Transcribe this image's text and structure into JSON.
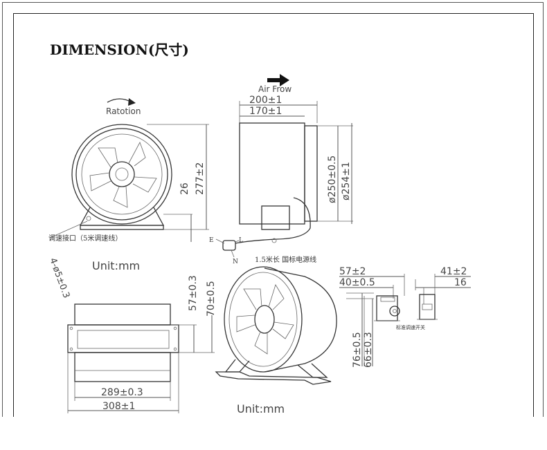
{
  "title": "DIMENSION(尺寸)",
  "front_view": {
    "rotation_label": "Ratotion",
    "dim_26": "26",
    "dim_277": "277±2",
    "speed_port_label": "调速接口（5米调速线）"
  },
  "side_view": {
    "air_flow_label": "Air Frow",
    "dim_200": "200±1",
    "dim_170": "170±1",
    "dim_250": "ø250±0.5",
    "dim_254": "ø254±1",
    "plug_e": "E",
    "plug_l": "L",
    "plug_n": "N",
    "cable_label": "1.5米长 国标电源线"
  },
  "bottom_view": {
    "unit_label": "Unit:mm",
    "holes_label": "4-ø5±0.3",
    "dim_57": "57±0.3",
    "dim_70": "70±0.5",
    "dim_289": "289±0.3",
    "dim_308": "308±1"
  },
  "iso_view": {
    "unit_label": "Unit:mm"
  },
  "switch_view": {
    "dim_57": "57±2",
    "dim_40": "40±0.5",
    "dim_41": "41±2",
    "dim_16": "16",
    "dim_76": "76±0.5",
    "dim_66": "66±0.3",
    "switch_label": "标准调速开关"
  },
  "colors": {
    "line": "#333333",
    "dimension": "#555555",
    "text": "#444444"
  }
}
